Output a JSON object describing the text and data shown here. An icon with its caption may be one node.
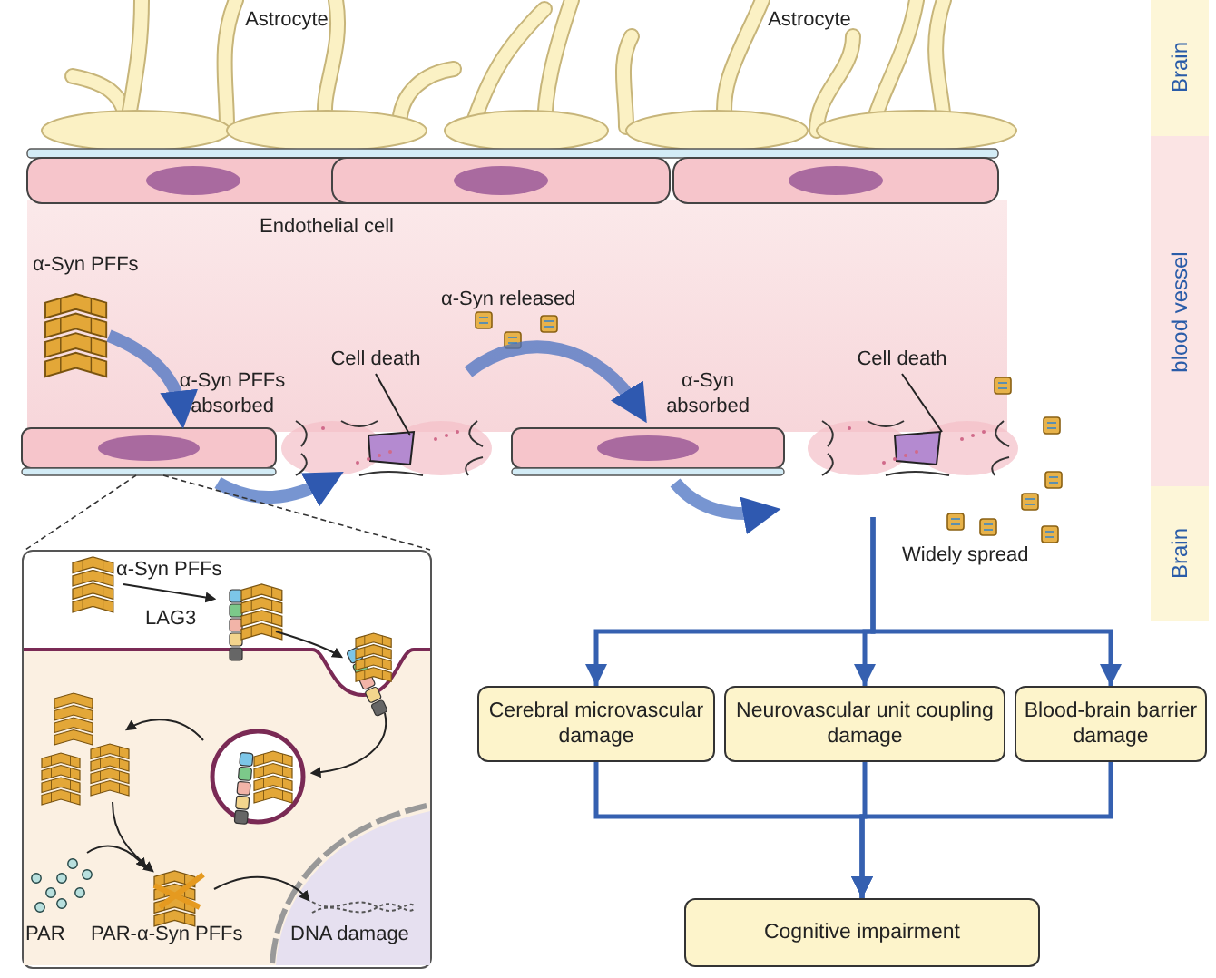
{
  "diagram": {
    "nodes": [
      {
        "text": [
          "Cerebral microvascular damage"
        ]
      },
      {
        "text": [
          "Neurovascular unit coupling damage"
        ]
      },
      {
        "text": [
          "Blood-brain barrier damage"
        ]
      },
      {
        "text": [
          "Cognitive impairment"
        ]
      },
      {
        "text": [
          "Cell death"
        ]
      },
      {
        "text": [
          "Cell death"
        ]
      }
    ],
    "edges": [
      {
        "from": null,
        "to": 0,
        "arrow": "to"
      },
      {
        "from": null,
        "to": 1,
        "arrow": "to"
      },
      {
        "from": null,
        "to": 2,
        "arrow": "to"
      },
      {
        "from": 0,
        "to": 3,
        "arrow": "to"
      },
      {
        "from": 1,
        "to": 3,
        "arrow": "to"
      },
      {
        "from": 2,
        "to": 3,
        "arrow": "to"
      },
      {
        "from": 4,
        "to": null,
        "arrow": "none",
        "color": "#222222"
      },
      {
        "from": 5,
        "to": null,
        "arrow": "none",
        "color": "#222222"
      }
    ],
    "labels": [
      "Astrocyte",
      "Astrocyte",
      "Brain",
      "Endothelial cell",
      "α-Syn PFFs",
      "blood vessel",
      "α-Syn released",
      "α-Syn PFFs absorbed",
      "α-Syn absorbed",
      "Brain",
      "Widely spread",
      "α-Syn PFFs",
      "LAG3",
      "PAR",
      "PAR-α-Syn PFFs",
      "DNA damage"
    ]
  }
}
